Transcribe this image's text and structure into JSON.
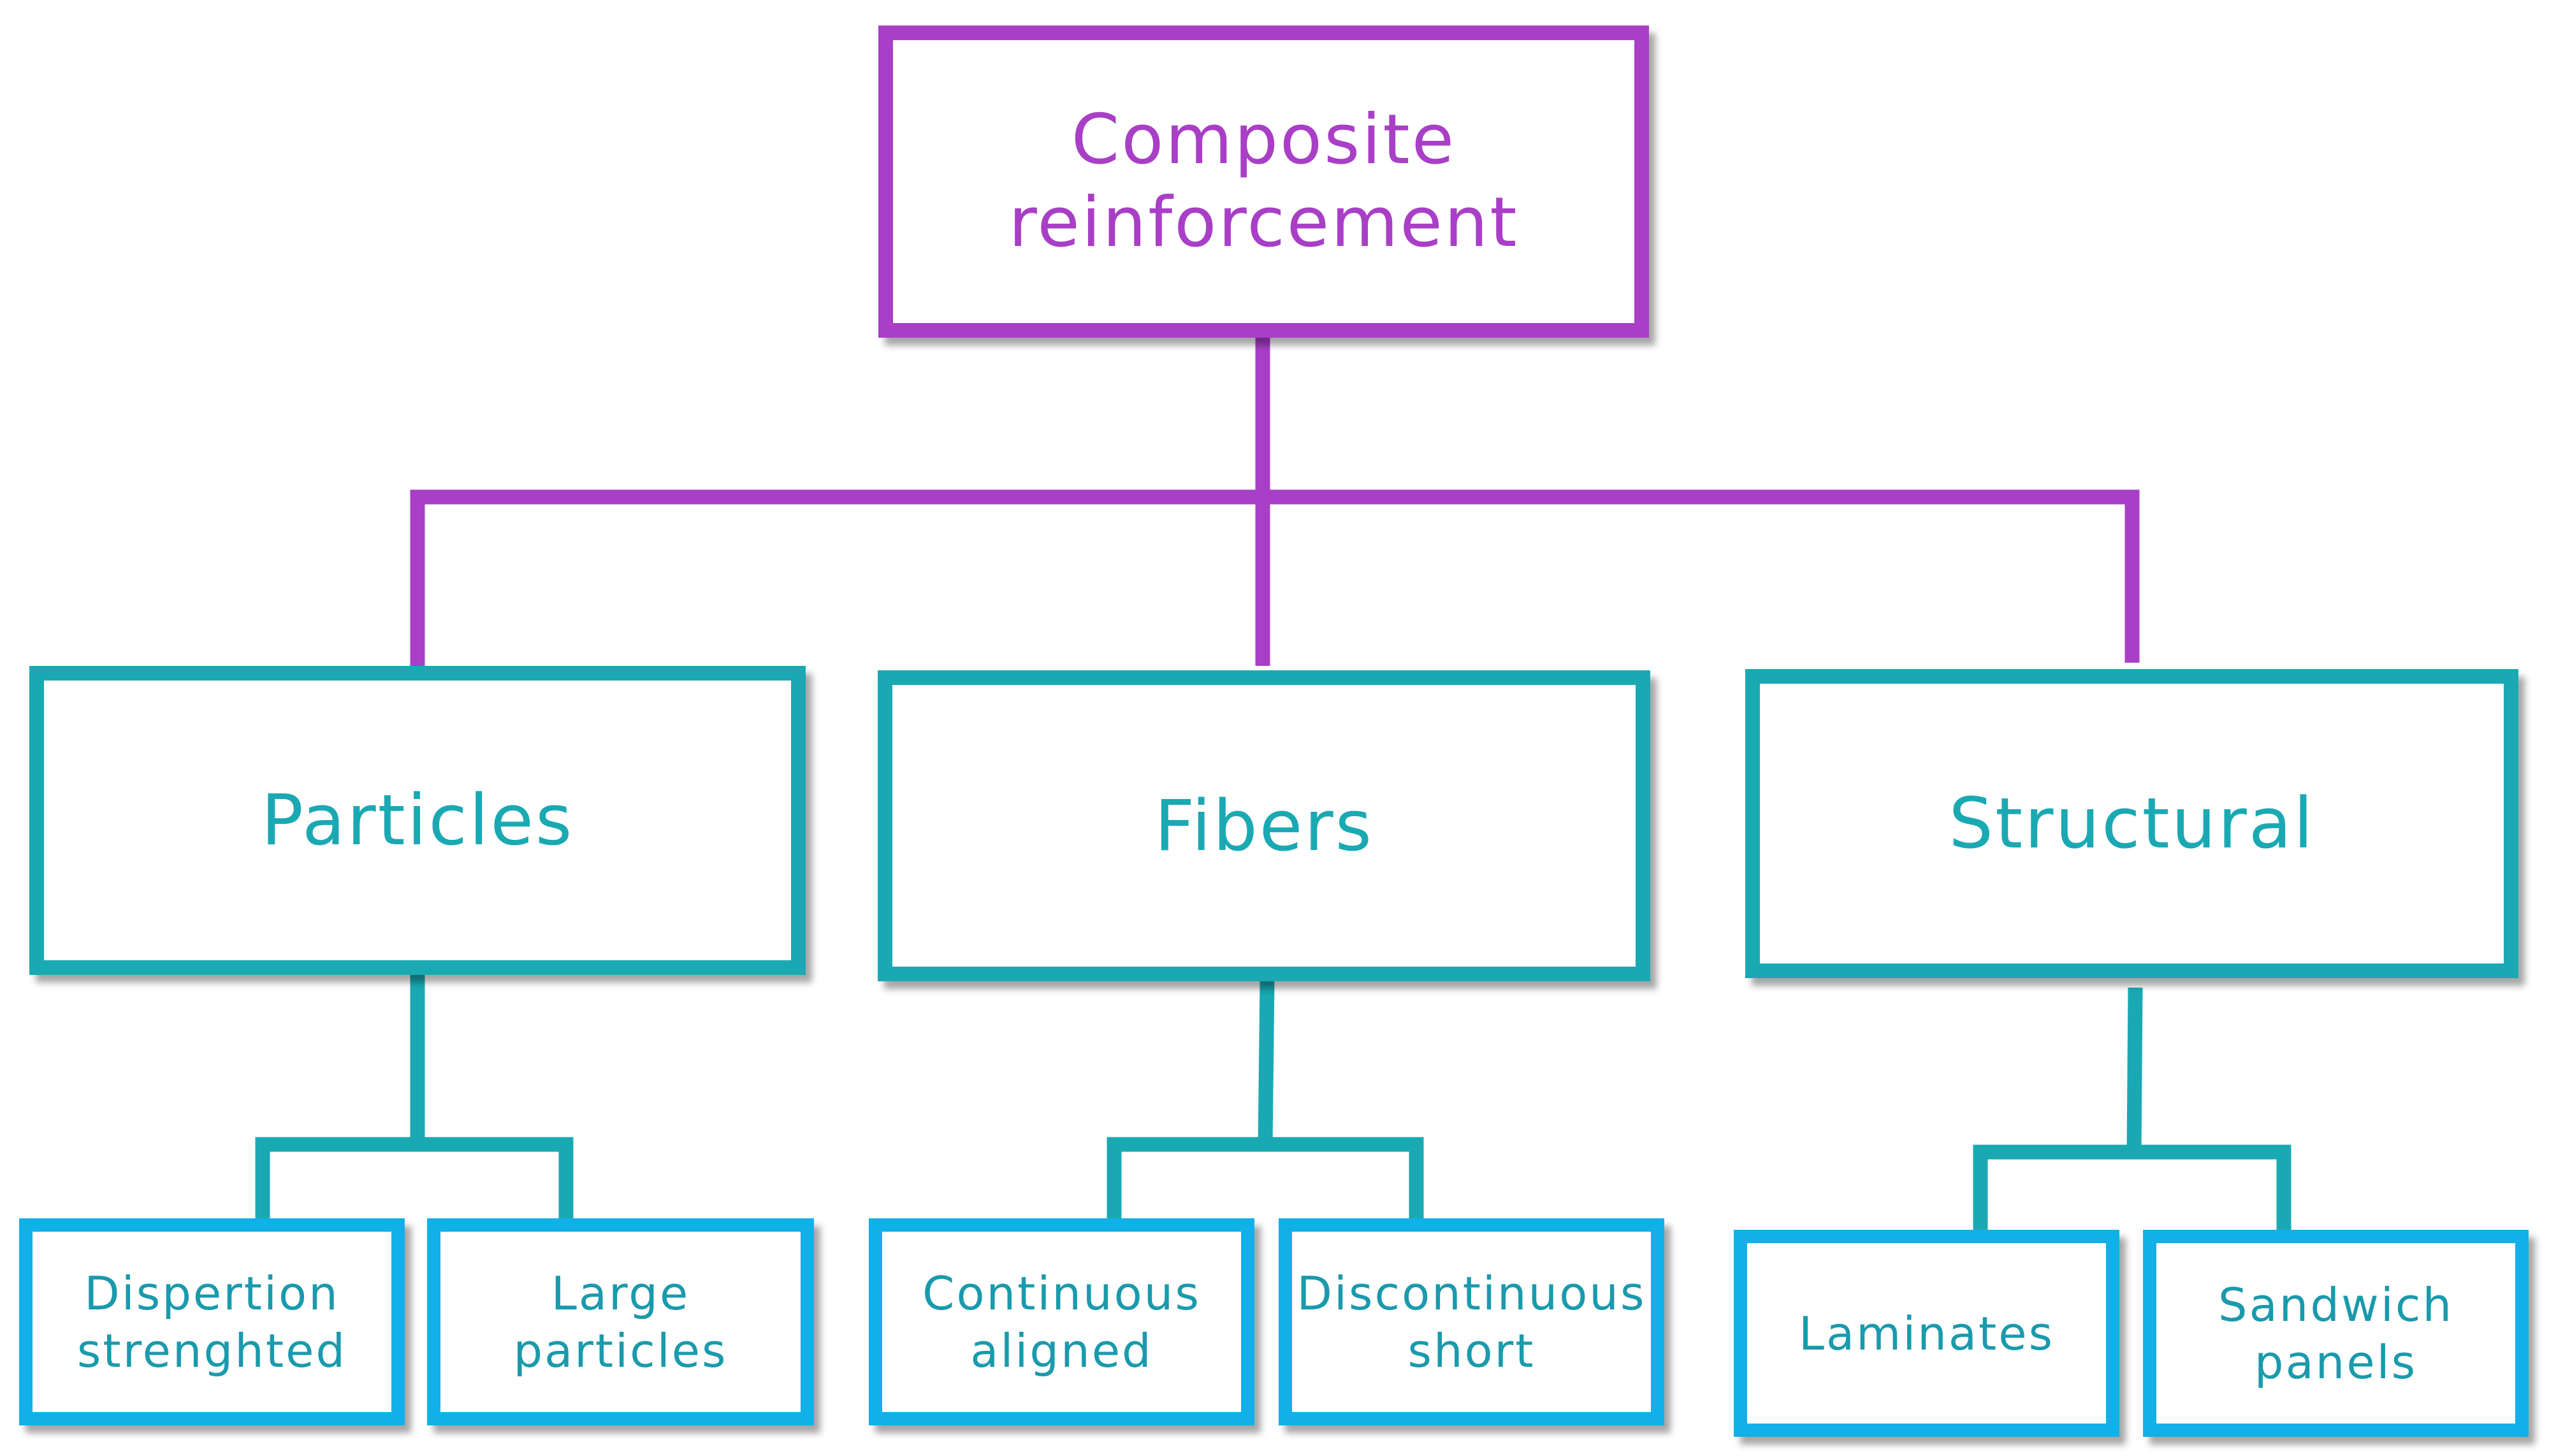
{
  "colors": {
    "root": "#a83fc6",
    "category": "#1aa9b3",
    "leaf_border": "#12b0e8",
    "leaf_text": "#1a9aac"
  },
  "root": {
    "label": "Composite\nreinforcement"
  },
  "categories": [
    {
      "label": "Particles",
      "children": [
        {
          "label": "Dispertion\nstrenghted"
        },
        {
          "label": "Large\nparticles"
        }
      ]
    },
    {
      "label": "Fibers",
      "children": [
        {
          "label": "Continuous\naligned"
        },
        {
          "label": "Discontinuous\nshort"
        }
      ]
    },
    {
      "label": "Structural",
      "children": [
        {
          "label": "Laminates"
        },
        {
          "label": "Sandwich\npanels"
        }
      ]
    }
  ]
}
